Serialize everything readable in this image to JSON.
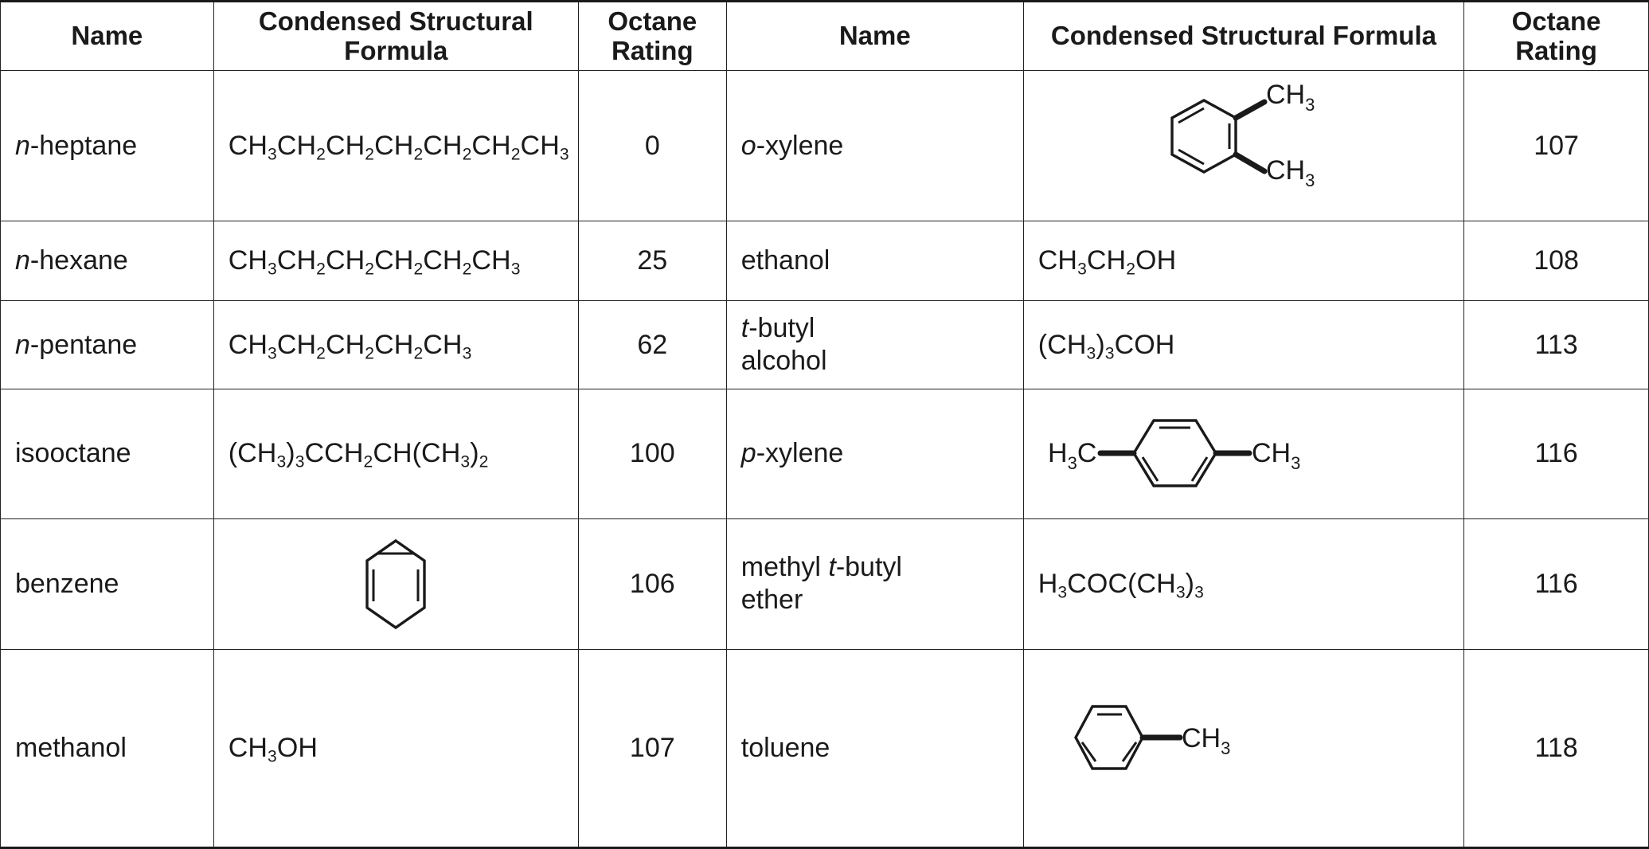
{
  "table": {
    "headers": {
      "name_1": "Name",
      "formula_1": "Condensed Structural Formula",
      "rating_1": "Octane Rating",
      "name_2": "Name",
      "formula_2": "Condensed Structural Formula",
      "rating_2": "Octane Rating"
    },
    "left_rows": [
      {
        "name_prefix": "n",
        "name_rest": "-heptane",
        "formula_type": "text",
        "formula_parts": [
          "CH",
          "3",
          "CH",
          "2",
          "CH",
          "2",
          "CH",
          "2",
          "CH",
          "2",
          "CH",
          "2",
          "CH",
          "3"
        ],
        "formula_plain": "CH3CH2CH2CH2CH2CH2CH3",
        "rating": "0"
      },
      {
        "name_prefix": "n",
        "name_rest": "-hexane",
        "formula_type": "text",
        "formula_parts": [
          "CH",
          "3",
          "CH",
          "2",
          "CH",
          "2",
          "CH",
          "2",
          "CH",
          "2",
          "CH",
          "3"
        ],
        "formula_plain": "CH3CH2CH2CH2CH2CH3",
        "rating": "25"
      },
      {
        "name_prefix": "n",
        "name_rest": "-pentane",
        "formula_type": "text",
        "formula_parts": [
          "CH",
          "3",
          "CH",
          "2",
          "CH",
          "2",
          "CH",
          "2",
          "CH",
          "3"
        ],
        "formula_plain": "CH3CH2CH2CH2CH3",
        "rating": "62"
      },
      {
        "name_prefix": "",
        "name_rest": "isooctane",
        "formula_type": "text",
        "formula_parts": [
          "(CH",
          "3",
          ")",
          "3",
          "CCH",
          "2",
          "CH(CH",
          "3",
          ")",
          "2"
        ],
        "formula_plain": "(CH3)3CCH2CH(CH3)2",
        "rating": "100"
      },
      {
        "name_prefix": "",
        "name_rest": "benzene",
        "formula_type": "structure",
        "structure": "benzene-ring",
        "rating": "106"
      },
      {
        "name_prefix": "",
        "name_rest": "methanol",
        "formula_type": "text",
        "formula_parts": [
          "CH",
          "3",
          "OH"
        ],
        "formula_plain": "CH3OH",
        "rating": "107"
      }
    ],
    "right_rows": [
      {
        "name_prefix": "o",
        "name_rest": "-xylene",
        "formula_type": "structure",
        "structure": "ortho-xylene",
        "structure_labels": [
          "CH3",
          "CH3"
        ],
        "rating": "107"
      },
      {
        "name_prefix": "",
        "name_rest": "ethanol",
        "formula_type": "text",
        "formula_parts": [
          "CH",
          "3",
          "CH",
          "2",
          "OH"
        ],
        "formula_plain": "CH3CH2OH",
        "rating": "108"
      },
      {
        "name_prefix": "t",
        "name_rest": "-butyl alcohol",
        "name_line1_prefix": "t",
        "name_line1_rest": "-butyl",
        "name_line2": "alcohol",
        "formula_type": "text",
        "formula_parts": [
          "(CH",
          "3",
          ")",
          "3",
          "COH"
        ],
        "formula_plain": "(CH3)3COH",
        "rating": "113"
      },
      {
        "name_prefix": "p",
        "name_rest": "-xylene",
        "formula_type": "structure",
        "structure": "para-xylene",
        "structure_labels": [
          "H3C",
          "CH3"
        ],
        "rating": "116"
      },
      {
        "name_prefix": "",
        "name_rest": "methyl t-butyl ether",
        "name_line1_a": "methyl ",
        "name_line1_it": "t",
        "name_line1_b": "-butyl",
        "name_line2": "ether",
        "formula_type": "text",
        "formula_parts": [
          "H",
          "3",
          "COC(CH",
          "3",
          ")",
          "3"
        ],
        "formula_plain": "H3COC(CH3)3",
        "rating": "116"
      },
      {
        "name_prefix": "",
        "name_rest": "toluene",
        "formula_type": "structure",
        "structure": "toluene",
        "structure_labels": [
          "CH3"
        ],
        "rating": "118"
      }
    ]
  },
  "colors": {
    "text": "#1a1a1a",
    "rule": "#222222",
    "background": "#ffffff"
  }
}
